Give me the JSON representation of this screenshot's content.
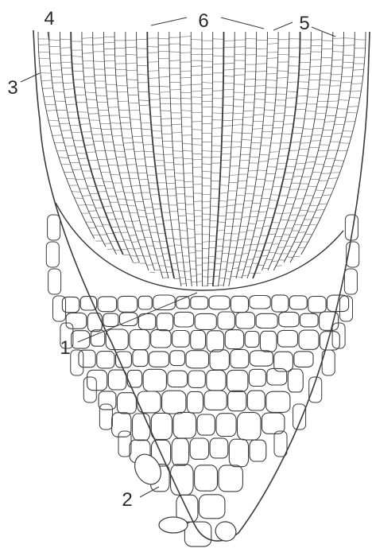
{
  "labels": {
    "l1": "1",
    "l2": "2",
    "l3": "3",
    "l4": "4",
    "l5": "5",
    "l6": "6"
  },
  "style": {
    "ink": "#3a3a3a",
    "ink_light": "#8a8a8a",
    "paper": "#ffffff"
  }
}
